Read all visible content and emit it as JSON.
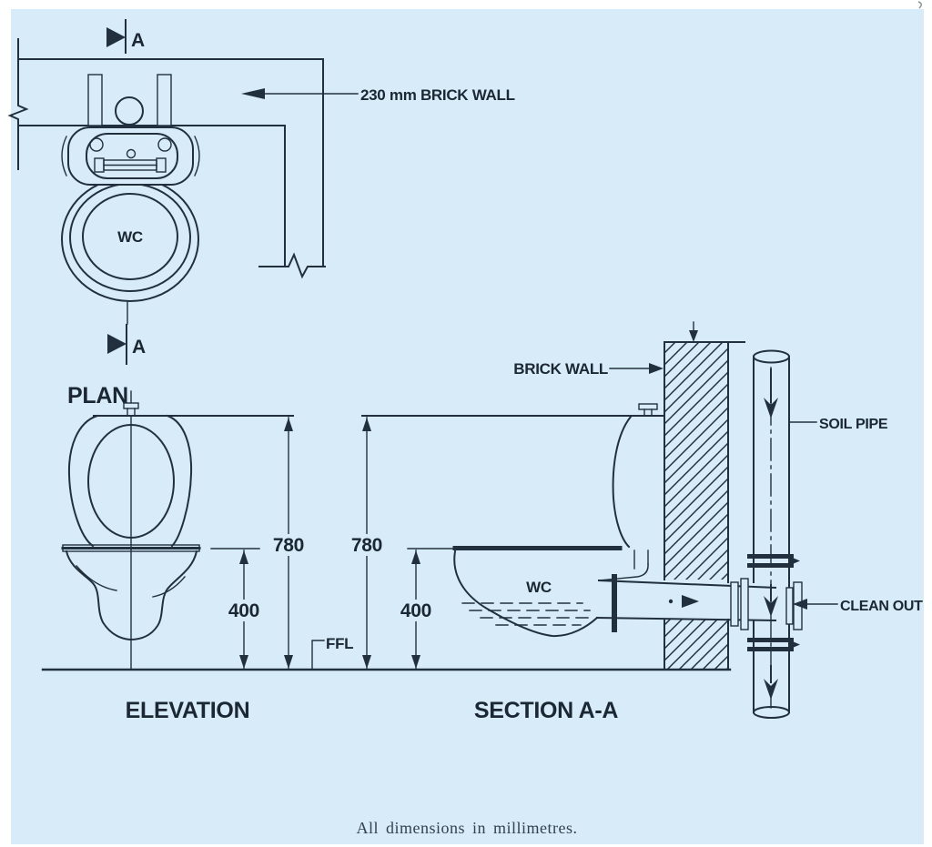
{
  "page": {
    "footer_note": "All dimensions in millimetres."
  },
  "colors": {
    "panel": "#d7ecf8",
    "line": "#22303e",
    "text": "#1b2733"
  },
  "plan": {
    "title": "PLAN",
    "section_marker_top": "A",
    "section_marker_bottom": "A",
    "wc_label": "WC",
    "wall_callout": "230 mm BRICK WALL"
  },
  "elevation": {
    "title": "ELEVATION",
    "dim_overall_height": "780",
    "dim_seat_height": "400",
    "floor_label": "FFL"
  },
  "section": {
    "title": "SECTION A-A",
    "wc_label": "WC",
    "dim_overall_height": "780",
    "dim_seat_height": "400",
    "wall_label": "BRICK WALL",
    "soil_pipe_label": "SOIL PIPE",
    "clean_out_label": "CLEAN OUT"
  }
}
